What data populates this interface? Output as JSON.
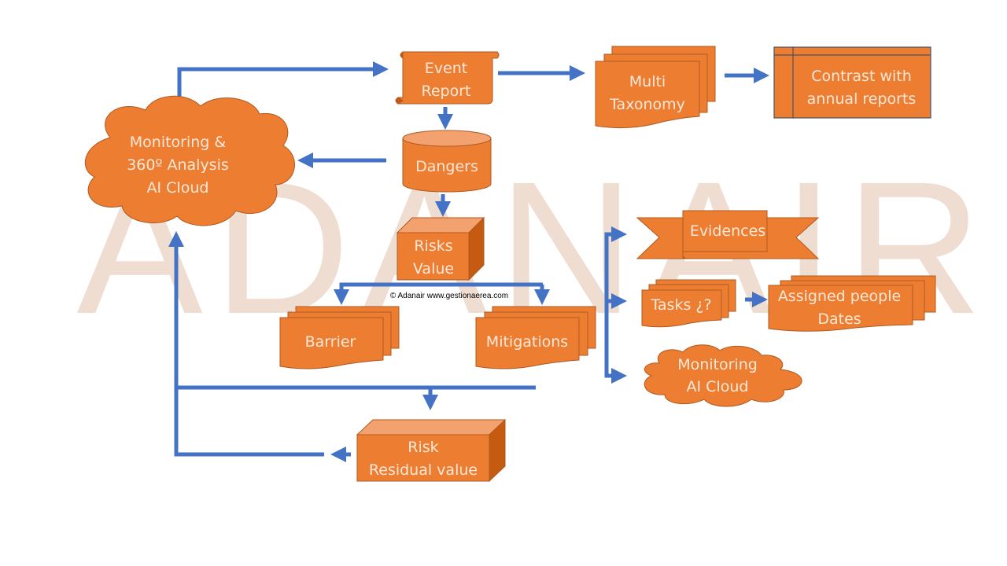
{
  "watermark": "ADANAIR",
  "copyright": "© Adanair www.gestionaerea.com",
  "colors": {
    "shape_fill": "#ed7d31",
    "shape_border": "#ae5a21",
    "connector": "#4472c4",
    "text": "#fbe8d8"
  },
  "nodes": {
    "event_report": {
      "line1": "Event",
      "line2": "Report",
      "shape": "scroll"
    },
    "multi_taxonomy": {
      "line1": "Multi",
      "line2": "Taxonomy",
      "shape": "multi-document"
    },
    "contrast": {
      "line1": "Contrast with",
      "line2": "annual reports",
      "shape": "internal-storage"
    },
    "monitoring_cloud": {
      "line1": "Monitoring &",
      "line2": "360º Analysis",
      "line3": "AI Cloud",
      "shape": "cloud"
    },
    "dangers": {
      "line1": "Dangers",
      "shape": "cylinder"
    },
    "risks_value": {
      "line1": "Risks",
      "line2": "Value",
      "shape": "cube"
    },
    "barrier": {
      "line1": "Barrier",
      "shape": "multi-document"
    },
    "mitigations": {
      "line1": "Mitigations",
      "shape": "multi-document"
    },
    "evidences": {
      "line1": "Evidences",
      "shape": "ribbon"
    },
    "tasks": {
      "line1": "Tasks ¿?",
      "shape": "multi-document"
    },
    "assigned": {
      "line1": "Assigned people",
      "line2": "Dates",
      "shape": "multi-document"
    },
    "monitoring_small": {
      "line1": "Monitoring",
      "line2": "AI Cloud",
      "shape": "cloud"
    },
    "residual": {
      "line1": "Risk",
      "line2": "Residual value",
      "shape": "cube"
    }
  }
}
